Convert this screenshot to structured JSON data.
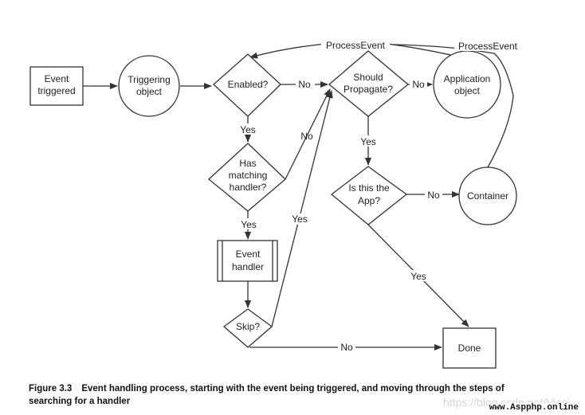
{
  "diagram": {
    "nodes": {
      "event_triggered": [
        "Event",
        "triggered"
      ],
      "triggering_object": [
        "Triggering",
        "object"
      ],
      "enabled": [
        "Enabled?"
      ],
      "has_matching_handler": [
        "Has",
        "matching",
        "handler?"
      ],
      "event_handler": [
        "Event",
        "handler"
      ],
      "skip": [
        "Skip?"
      ],
      "should_propagate": [
        "Should",
        "Propagate?"
      ],
      "application_object": [
        "Application",
        "object"
      ],
      "is_this_the_app": [
        "Is this the",
        "App?"
      ],
      "container": [
        "Container"
      ],
      "done": [
        "Done"
      ]
    },
    "edge_labels": {
      "enabled_no": "No",
      "enabled_yes": "Yes",
      "handler_no": "No",
      "handler_yes": "Yes",
      "skip_yes": "Yes",
      "skip_no": "No",
      "propagate_no": "No",
      "propagate_yes": "Yes",
      "app_no": "No",
      "app_yes": "Yes",
      "process_event_1": "ProcessEvent",
      "process_event_2": "ProcessEvent"
    }
  },
  "caption": {
    "figure_number": "Figure 3.3",
    "text": "Event handling process, starting with the event being triggered, and moving through the steps of searching  for a handler"
  },
  "watermark": "https://blog.csdn.net/Vicci",
  "site_label": "www.Aspphp.online"
}
